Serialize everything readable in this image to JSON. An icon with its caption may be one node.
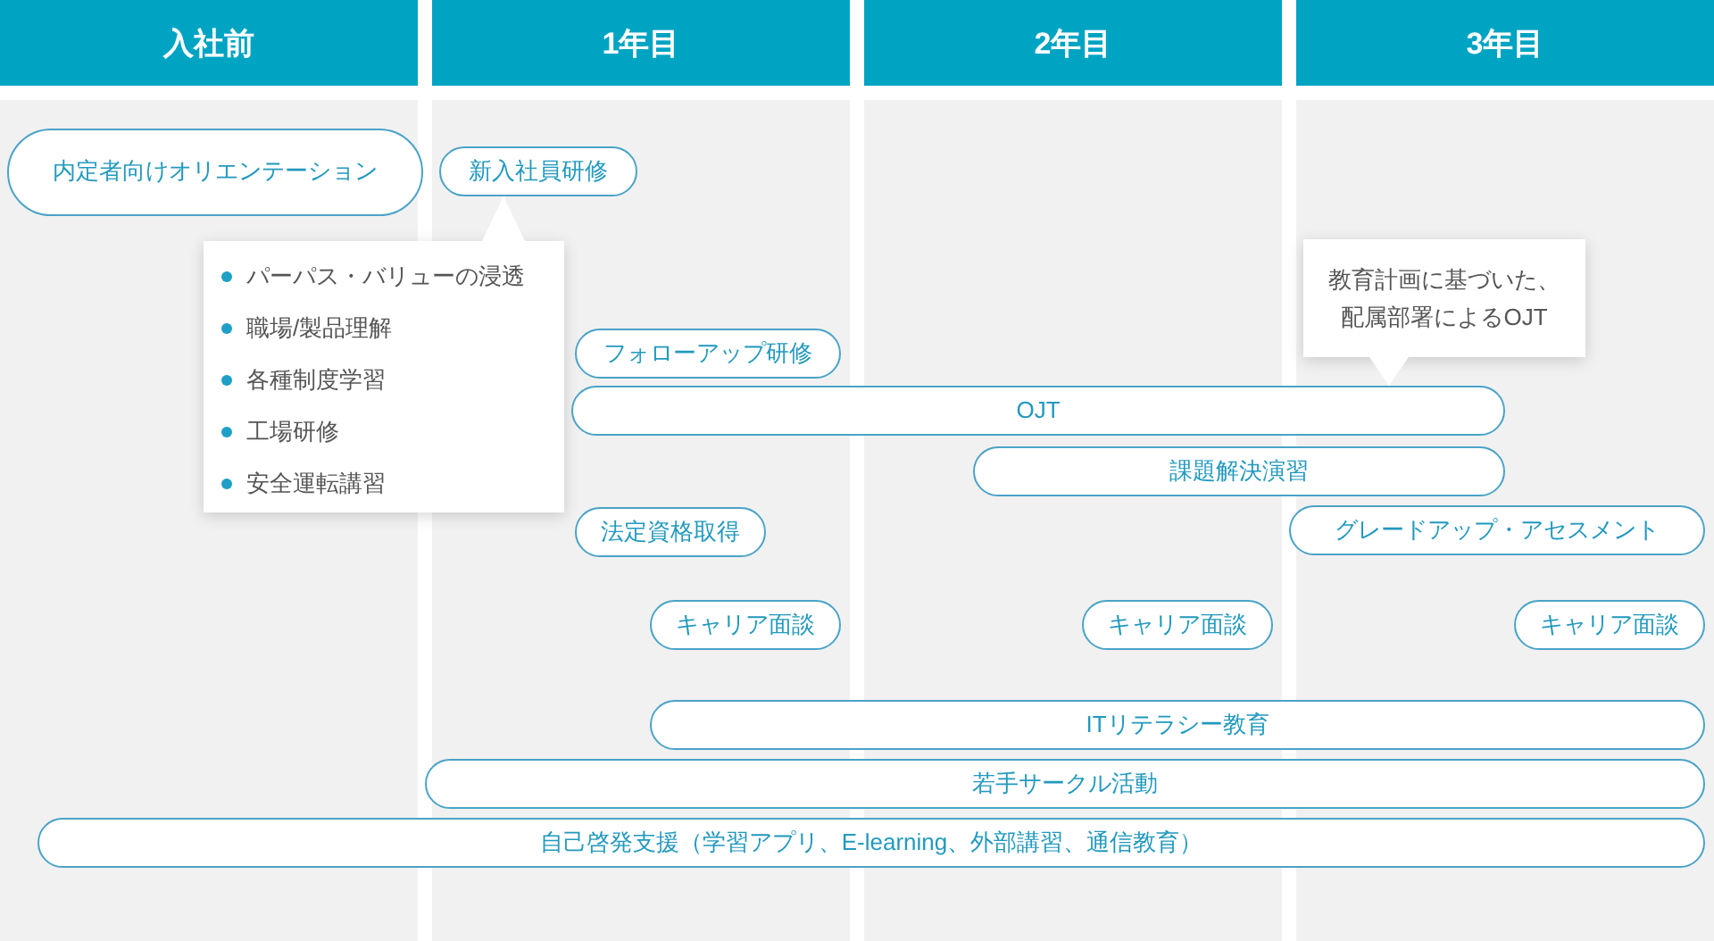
{
  "diagram": {
    "nodes": [
      {
        "text": [
          "入社前"
        ]
      },
      {
        "text": [
          "1年目"
        ]
      },
      {
        "text": [
          "2年目"
        ]
      },
      {
        "text": [
          "3年目"
        ]
      },
      {
        "text": [
          "内定者向けオリエンテーション"
        ]
      },
      {
        "text": [
          "新入社員研修"
        ]
      },
      {
        "text": [
          "パーパス・バリューの浸透",
          "職場/製品理解",
          "各種制度学習",
          "工場研修",
          "安全運転講習"
        ]
      },
      {
        "text": [
          "教育計画に基づいた、配属部署によるOJT"
        ]
      },
      {
        "text": [
          "フォローアップ研修"
        ]
      },
      {
        "text": [
          "OJT"
        ]
      },
      {
        "text": [
          "課題解決演習"
        ]
      },
      {
        "text": [
          "法定資格取得"
        ]
      },
      {
        "text": [
          "グレードアップ・アセスメント"
        ]
      },
      {
        "text": [
          "キャリア面談"
        ]
      },
      {
        "text": [
          "キャリア面談"
        ]
      },
      {
        "text": [
          "キャリア面談"
        ]
      },
      {
        "text": [
          "ITリテラシー教育"
        ]
      },
      {
        "text": [
          "若手サークル活動"
        ]
      },
      {
        "text": [
          "自己啓発支援（学習アプリ、E-learning、外部講習、通信教育）"
        ]
      }
    ],
    "edges": [
      {
        "from": 6,
        "to": 5,
        "arrow": "to"
      },
      {
        "from": 7,
        "to": 9,
        "arrow": "to"
      }
    ]
  }
}
